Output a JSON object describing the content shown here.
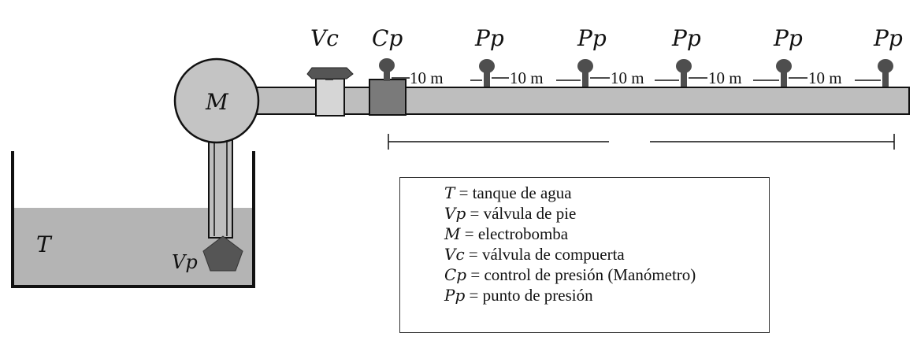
{
  "labels": {
    "tank": "T",
    "foot_valve": "Vp",
    "motor": "M",
    "gate_valve": "Vc",
    "pressure_control": "Cp",
    "pressure_points": [
      "Pp",
      "Pp",
      "Pp",
      "Pp",
      "Pp"
    ],
    "distances": [
      "10 m",
      "10 m",
      "10 m",
      "10 m",
      "10 m"
    ]
  },
  "legend": [
    {
      "symbol": "T",
      "eq": " = ",
      "text": "tanque de agua"
    },
    {
      "symbol": "Vp",
      "eq": " = ",
      "text": "válvula de pie"
    },
    {
      "symbol": "M",
      "eq": " = ",
      "text": "electrobomba"
    },
    {
      "symbol": "Vc",
      "eq": " = ",
      "text": "válvula de compuerta"
    },
    {
      "symbol": "Cp",
      "eq": " = ",
      "text": "control de presión (Manómetro)"
    },
    {
      "symbol": "Pp",
      "eq": " = ",
      "text": "punto de presión"
    }
  ],
  "colors": {
    "water": "#b4b4b4",
    "pipe": "#bebebe",
    "motor": "#c4c4c4",
    "foot_valve": "#555555",
    "pressure_control": "#7a7a7a",
    "gauge": "#4e4e4e",
    "stroke": "#111111"
  }
}
